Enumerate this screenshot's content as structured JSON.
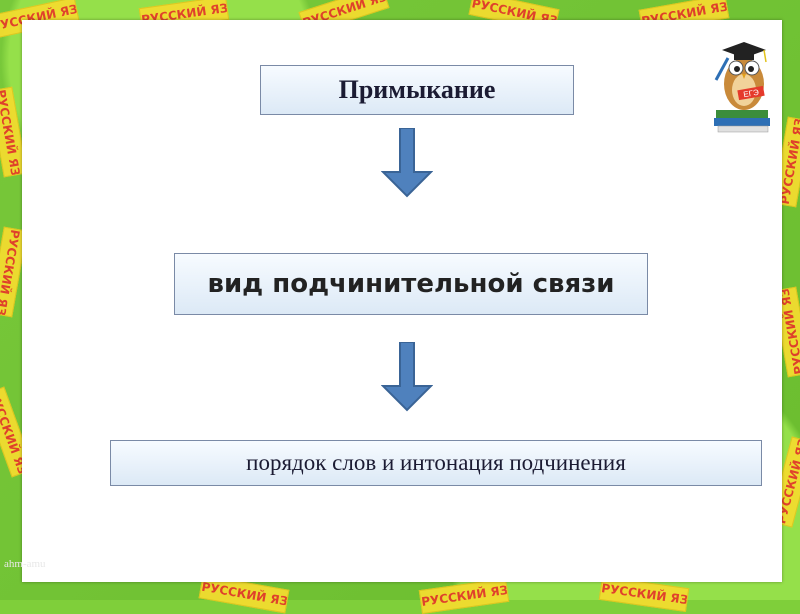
{
  "background": {
    "frame_color": "#7fcf3a",
    "sticker_color": "#f2dc2f",
    "sticker_text_color": "#e53a2b",
    "sticker_text": "РУССКИЙ ЯЗЫК"
  },
  "diagram": {
    "top_box": "Примыкание",
    "middle_box": "вид подчинительной связи",
    "bottom_box": "порядок слов и интонация подчинения"
  },
  "logo": {
    "icon": "owl-graduate-icon",
    "badge_text": "ЕГЭ"
  },
  "footer": {
    "author": "ahm-amu"
  }
}
